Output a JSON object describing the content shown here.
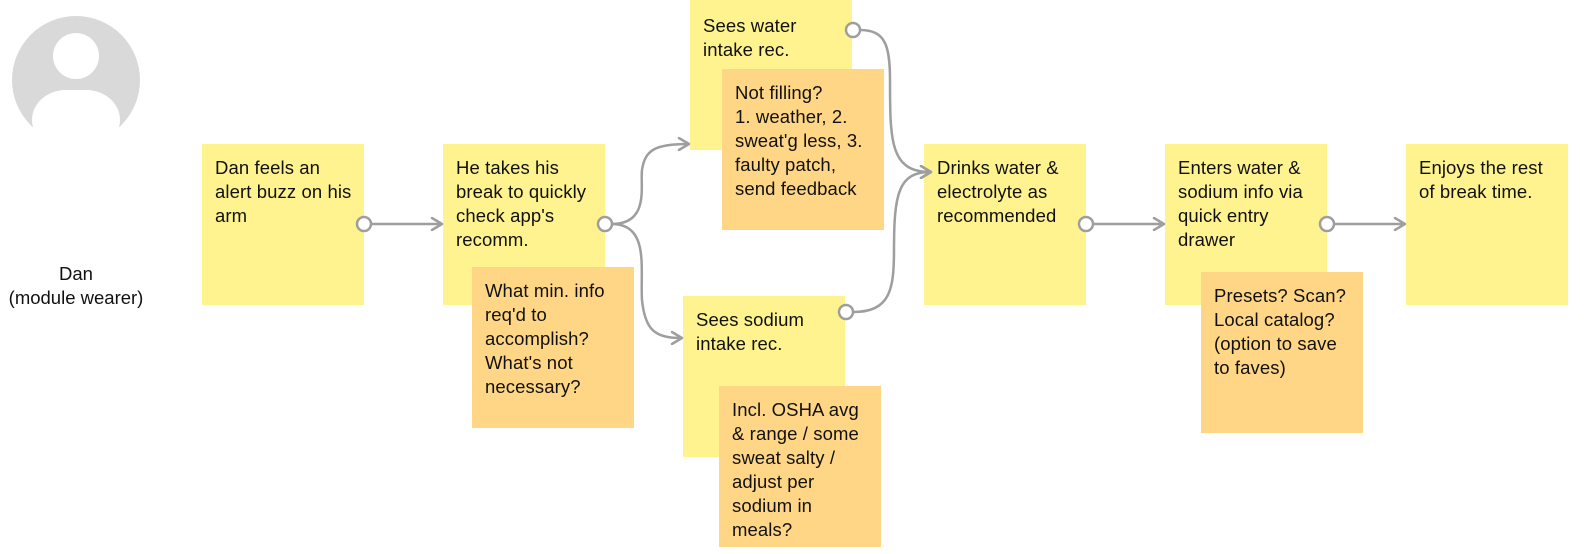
{
  "persona": {
    "name": "Dan",
    "role": "(module wearer)",
    "icon": "user-avatar-icon"
  },
  "steps": {
    "alert": "Dan feels an alert buzz on his arm",
    "break": "He takes his break to quickly check app's recomm.",
    "water_rec": "Sees water intake rec.",
    "sodium_rec": "Sees sodium intake rec.",
    "drinks": "Drinks water & electrolyte as recommended",
    "enters": "Enters water & sodium info via quick entry drawer",
    "enjoys": "Enjoys the rest of break time."
  },
  "questions": {
    "min_info": "What min. info req'd to accomplish? What's not necessary?",
    "not_filling": "Not filling?\n1. weather, 2. sweat'g less, 3. faulty patch, send feedback",
    "osha": "Incl. OSHA avg & range / some sweat salty / adjust per sodium in meals?",
    "presets": "Presets? Scan? Local catalog? (option to save to faves)"
  },
  "colors": {
    "step_note": "#fff38f",
    "question_note": "#ffd685",
    "connector": "#9e9e9e",
    "avatar": "#d9d9d9"
  }
}
